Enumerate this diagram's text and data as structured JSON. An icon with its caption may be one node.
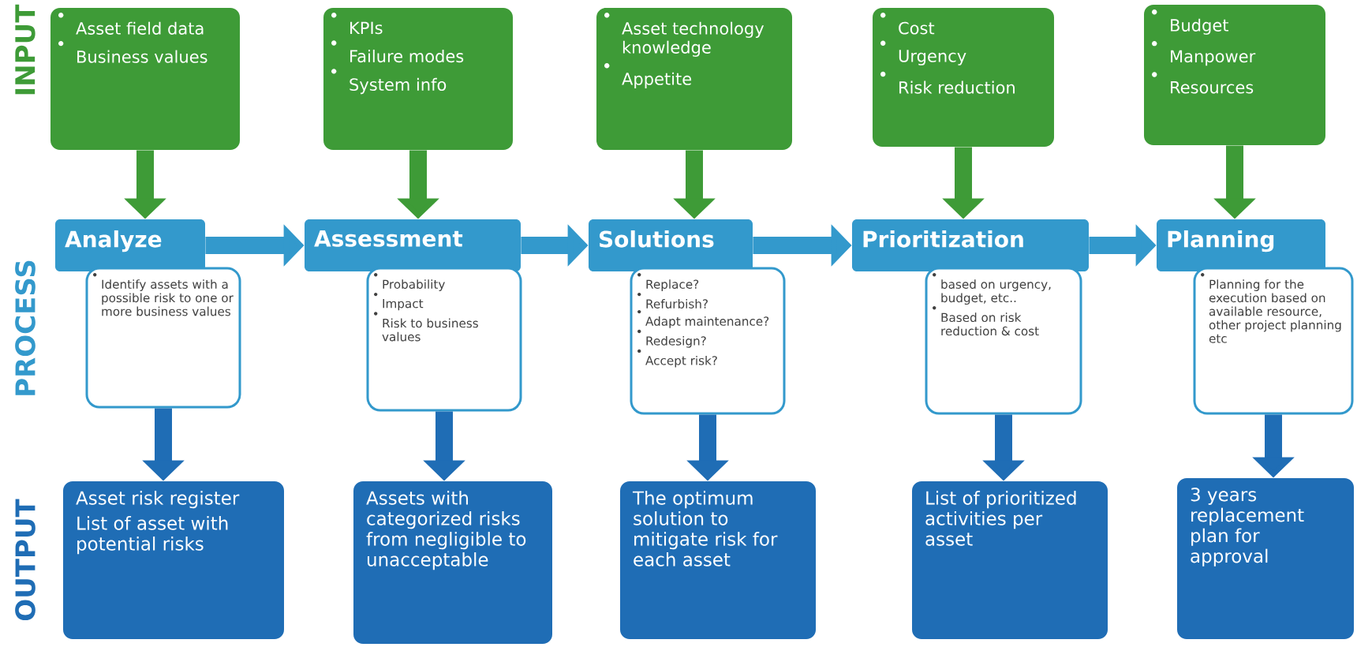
{
  "diagram": {
    "nodes": [
      {
        "text": [
          "Asset field data",
          "Business values"
        ]
      },
      {
        "text": [
          "KPIs",
          "Failure modes",
          "System info"
        ]
      },
      {
        "text": [
          "Asset technology knowledge",
          "Appetite"
        ]
      },
      {
        "text": [
          "Cost",
          "Urgency",
          "Risk reduction"
        ]
      },
      {
        "text": [
          "Budget",
          "Manpower",
          "Resources"
        ]
      },
      {
        "text": [
          "Analyze"
        ]
      },
      {
        "text": [
          "Assessment"
        ]
      },
      {
        "text": [
          "Solutions"
        ]
      },
      {
        "text": [
          "Prioritization"
        ]
      },
      {
        "text": [
          "Planning"
        ]
      },
      {
        "text": [
          "Identify assets with a possible risk to one or more business values"
        ]
      },
      {
        "text": [
          "Probability",
          "Impact",
          "Risk to business values"
        ]
      },
      {
        "text": [
          "Replace?",
          "Refurbish?",
          "Adapt maintenance?",
          "Redesign?",
          "Accept risk?"
        ]
      },
      {
        "text": [
          "based on urgency, budget, etc..",
          "Based on risk reduction & cost"
        ]
      },
      {
        "text": [
          "Planning for the execution based on available resource, other project planning etc"
        ]
      },
      {
        "text": [
          "Asset risk register",
          "List of asset with potential risks"
        ]
      },
      {
        "text": [
          "Assets with categorized risks from negligible to unacceptable"
        ]
      },
      {
        "text": [
          "The optimum solution to mitigate risk for each asset"
        ]
      },
      {
        "text": [
          "List of prioritized activities per asset"
        ]
      },
      {
        "text": [
          "3 years replacement plan for approval"
        ]
      }
    ],
    "edges": [
      {
        "from": 0,
        "to": 5,
        "arrow": "to",
        "color": "#3e9b37"
      },
      {
        "from": 1,
        "to": 6,
        "arrow": "to",
        "color": "#3e9b37"
      },
      {
        "from": 2,
        "to": 7,
        "arrow": "to",
        "color": "#3e9b37"
      },
      {
        "from": 3,
        "to": 8,
        "arrow": "to",
        "color": "#3e9b37"
      },
      {
        "from": 4,
        "to": 9,
        "arrow": "to",
        "color": "#3e9b37"
      },
      {
        "from": 5,
        "to": 6,
        "arrow": "to",
        "color": "#3399cc"
      },
      {
        "from": 6,
        "to": 7,
        "arrow": "to",
        "color": "#3399cc"
      },
      {
        "from": 7,
        "to": 8,
        "arrow": "to",
        "color": "#3399cc"
      },
      {
        "from": 8,
        "to": 9,
        "arrow": "to",
        "color": "#3399cc"
      },
      {
        "from": 10,
        "to": 15,
        "arrow": "to",
        "color": "#1f6db5"
      },
      {
        "from": 11,
        "to": 16,
        "arrow": "to",
        "color": "#1f6db5"
      },
      {
        "from": 12,
        "to": 17,
        "arrow": "to",
        "color": "#1f6db5"
      },
      {
        "from": 13,
        "to": 18,
        "arrow": "to",
        "color": "#1f6db5"
      },
      {
        "from": 14,
        "to": 19,
        "arrow": "to",
        "color": "#1f6db5"
      }
    ],
    "labels": [
      "INPUT",
      "PROCESS",
      "OUTPUT"
    ]
  }
}
